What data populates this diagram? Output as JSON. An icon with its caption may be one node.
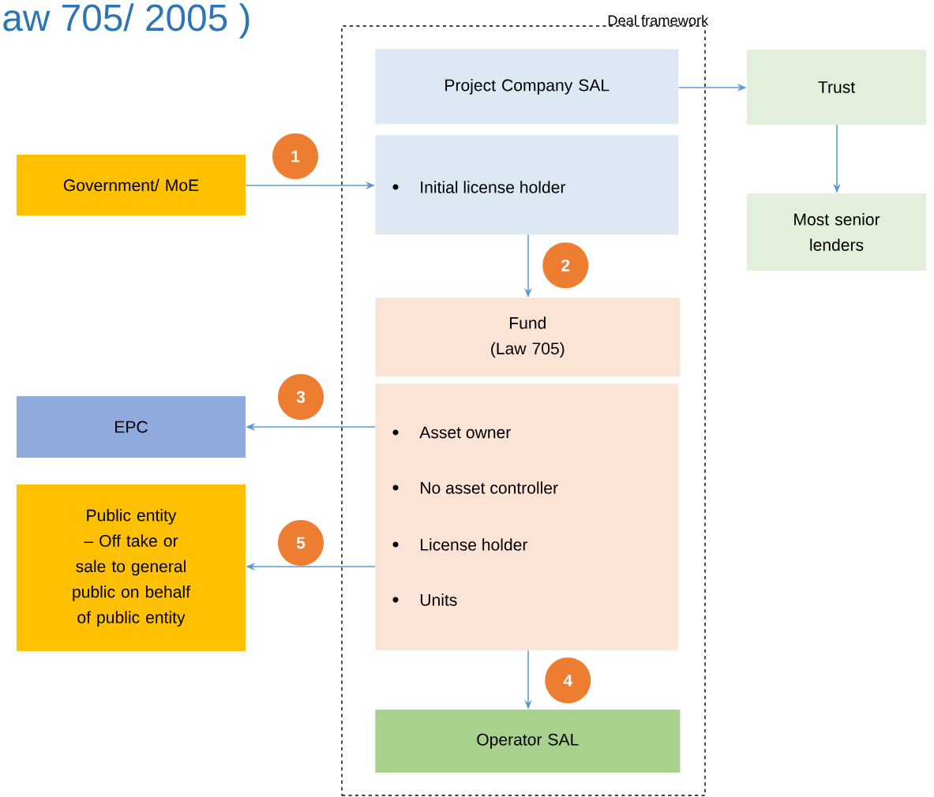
{
  "diagram": {
    "title": "aw 705/ 2005 )",
    "nodes": [
      {
        "text": [
          "Deal framework"
        ]
      },
      {
        "text": [
          "Project Company SAL"
        ],
        "in": 0
      },
      {
        "text": [
          "Initial license holder"
        ],
        "in": 0
      },
      {
        "text": [
          "Trust"
        ]
      },
      {
        "text": [
          "Most senior lenders"
        ]
      },
      {
        "text": [
          "Government/ MoE"
        ]
      },
      {
        "text": [
          "Fund (Law 705)"
        ],
        "in": 0
      },
      {
        "text": [
          "Asset owner",
          "No asset controller",
          "License holder",
          "Units"
        ],
        "in": 0
      },
      {
        "text": [
          "EPC"
        ]
      },
      {
        "text": [
          "Public entity – Off take or sale to general public on behalf of public entity"
        ]
      },
      {
        "text": [
          "Operator SAL"
        ],
        "in": 0
      },
      {
        "text": [
          "1"
        ]
      },
      {
        "text": [
          "2"
        ],
        "in": 0
      },
      {
        "text": [
          "3"
        ]
      },
      {
        "text": [
          "4"
        ],
        "in": 0
      },
      {
        "text": [
          "5"
        ]
      }
    ],
    "edges": [
      {
        "from": 1,
        "to": 3,
        "arrow": "to"
      },
      {
        "from": 3,
        "to": 4,
        "arrow": "to"
      },
      {
        "from": 5,
        "to": 2,
        "arrow": "to"
      },
      {
        "from": 2,
        "to": 6,
        "arrow": "to"
      },
      {
        "from": 7,
        "to": 8,
        "arrow": "to"
      },
      {
        "from": 7,
        "to": 9,
        "arrow": "to"
      },
      {
        "from": 7,
        "to": 10,
        "arrow": "to"
      }
    ]
  }
}
